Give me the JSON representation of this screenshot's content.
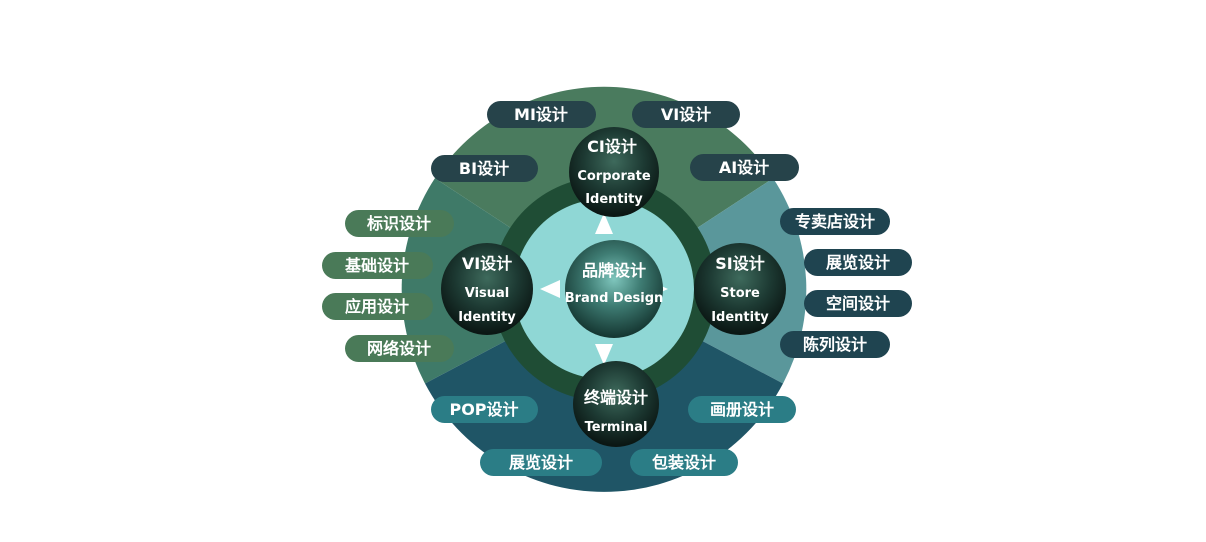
{
  "center": {
    "title": "品牌设计",
    "subtitle": "Brand Design"
  },
  "nodes": {
    "ci": {
      "title": "CI设计",
      "line1": "Corporate",
      "line2": "Identity"
    },
    "vi": {
      "title": "VI设计",
      "line1": "Visual",
      "line2": "Identity"
    },
    "si": {
      "title": "SI设计",
      "line1": "Store",
      "line2": "Identity"
    },
    "terminal": {
      "title": "终端设计",
      "line1": "Terminal"
    }
  },
  "pills": {
    "mi": "MI设计",
    "vi_top": "VI设计",
    "bi": "BI设计",
    "ai": "AI设计",
    "logo": "标识设计",
    "basic": "基础设计",
    "application": "应用设计",
    "web": "网络设计",
    "flagship": "专卖店设计",
    "exhibition_right": "展览设计",
    "space": "空间设计",
    "display": "陈列设计",
    "pop": "POP设计",
    "album": "画册设计",
    "exhibition_bottom": "展览设计",
    "packaging": "包装设计"
  },
  "colors": {
    "top_sector": "#4a7b5e",
    "left_sector": "#3f7a68",
    "right_sector": "#5a979b",
    "bottom_sector": "#1f5566",
    "ring": "#1f4d35",
    "inner_disc": "#8fd7d5",
    "pill_dark": "#26434a",
    "pill_green": "#4a7a58",
    "pill_teal": "#2b7d86",
    "pill_navy": "#1f4450"
  }
}
